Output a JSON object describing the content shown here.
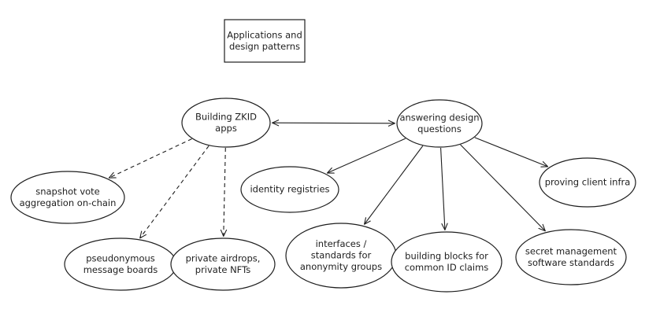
{
  "diagram": {
    "title_box": {
      "lines": [
        "Applications and",
        "design patterns"
      ]
    },
    "nodes": [
      {
        "id": "building-zkid-apps",
        "lines": [
          "Building ZKID",
          "apps"
        ]
      },
      {
        "id": "answering-design-questions",
        "lines": [
          "answering design",
          "questions"
        ]
      },
      {
        "id": "snapshot-vote",
        "lines": [
          "snapshot vote",
          "aggregation on-chain"
        ]
      },
      {
        "id": "pseudonymous-boards",
        "lines": [
          "pseudonymous",
          "message boards"
        ]
      },
      {
        "id": "private-airdrops",
        "lines": [
          "private airdrops,",
          "private NFTs"
        ]
      },
      {
        "id": "identity-registries",
        "lines": [
          "identity registries"
        ]
      },
      {
        "id": "proving-client-infra",
        "lines": [
          "proving client infra"
        ]
      },
      {
        "id": "interfaces-standards",
        "lines": [
          "interfaces /",
          "standards for",
          "anonymity groups"
        ]
      },
      {
        "id": "building-blocks",
        "lines": [
          "building blocks for",
          "common ID claims"
        ]
      },
      {
        "id": "secret-management",
        "lines": [
          "secret management",
          "software standards"
        ]
      }
    ],
    "edges": [
      {
        "from": "building-zkid-apps",
        "to": "answering-design-questions",
        "style": "solid",
        "bidirectional": true
      },
      {
        "from": "building-zkid-apps",
        "to": "snapshot-vote",
        "style": "dashed"
      },
      {
        "from": "building-zkid-apps",
        "to": "pseudonymous-boards",
        "style": "dashed"
      },
      {
        "from": "building-zkid-apps",
        "to": "private-airdrops",
        "style": "dashed"
      },
      {
        "from": "answering-design-questions",
        "to": "identity-registries",
        "style": "solid"
      },
      {
        "from": "answering-design-questions",
        "to": "proving-client-infra",
        "style": "solid"
      },
      {
        "from": "answering-design-questions",
        "to": "interfaces-standards",
        "style": "solid"
      },
      {
        "from": "answering-design-questions",
        "to": "building-blocks",
        "style": "solid"
      },
      {
        "from": "answering-design-questions",
        "to": "secret-management",
        "style": "solid"
      }
    ]
  }
}
